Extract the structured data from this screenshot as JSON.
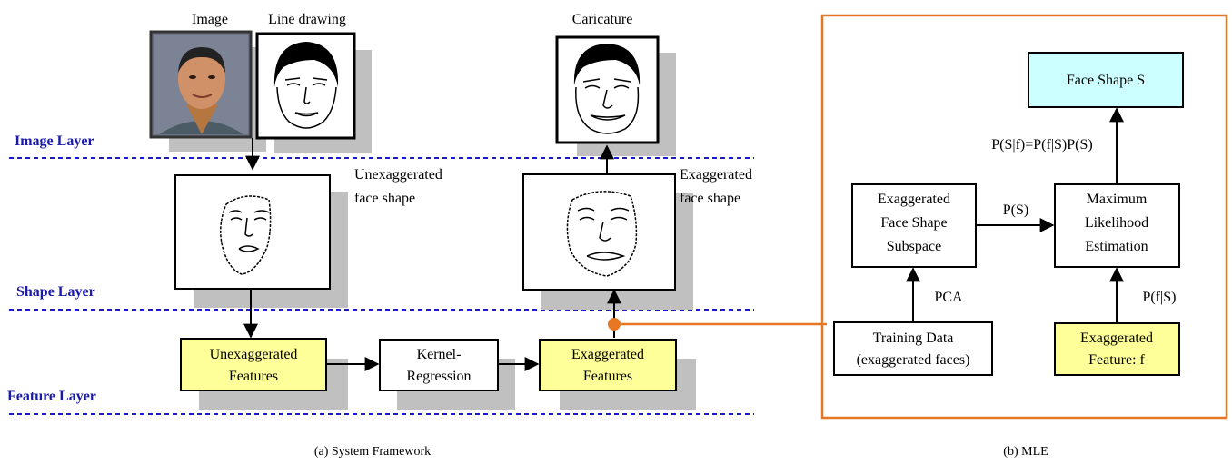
{
  "colors": {
    "layer_label": "#1a1aa8",
    "layer_line": "#1a1acc",
    "feature_box_fill": "#ffff99",
    "result_box_fill": "#ccffff",
    "panel_border": "#e87722",
    "connector": "#e87722",
    "shadow": "#c0c0c0",
    "photo_frame": "#555555"
  },
  "framework": {
    "top_labels": {
      "image": "Image",
      "line_drawing": "Line drawing",
      "caricature": "Caricature"
    },
    "layers": {
      "image": "Image Layer",
      "shape": "Shape Layer",
      "feature": "Feature Layer"
    },
    "shape_labels": {
      "unexaggerated_1": "Unexaggerated",
      "unexaggerated_2": "face shape",
      "exaggerated_1": "Exaggerated",
      "exaggerated_2": "face shape"
    },
    "boxes": {
      "unexaggerated_1": "Unexaggerated",
      "unexaggerated_2": "Features",
      "kernel_1": "Kernel-",
      "kernel_2": "Regression",
      "exaggerated_1": "Exaggerated",
      "exaggerated_2": "Features"
    },
    "caption": "(a) System Framework"
  },
  "mle": {
    "face_shape": "Face Shape S",
    "bayes": "P(S|f)=P(f|S)P(S)",
    "subspace_1": "Exaggerated",
    "subspace_2": "Face Shape",
    "subspace_3": "Subspace",
    "ps": "P(S)",
    "mle_1": "Maximum",
    "mle_2": "Likelihood",
    "mle_3": "Estimation",
    "pca": "PCA",
    "pfs": "P(f|S)",
    "training_1": "Training Data",
    "training_2": "(exaggerated faces)",
    "feature_1": "Exaggerated",
    "feature_2": "Feature: f",
    "caption": "(b) MLE"
  }
}
